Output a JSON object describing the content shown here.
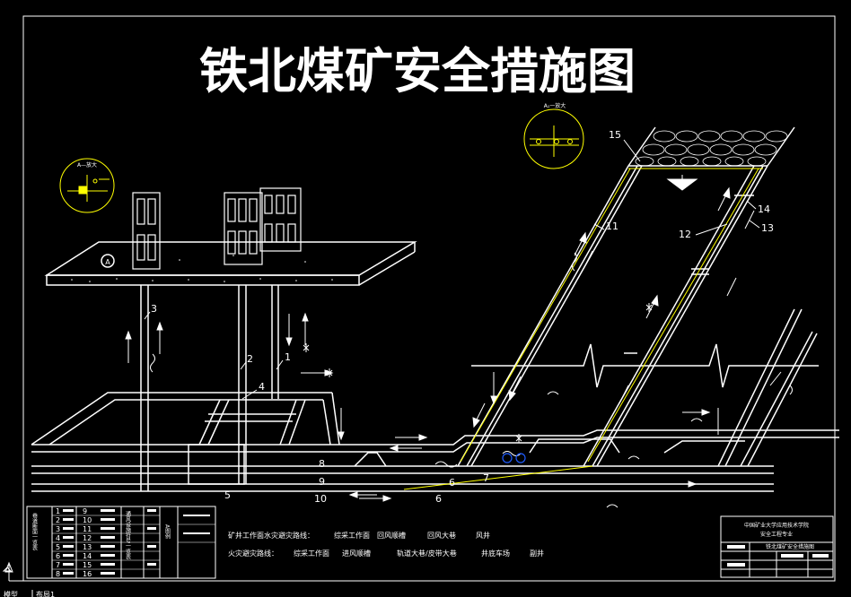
{
  "title": "铁北煤矿安全措施图",
  "detail_a_label": "A",
  "detail_a1_caption": "A₁一放大",
  "detail_a_caption": "A—放大",
  "callouts": [
    "1",
    "2",
    "3",
    "4",
    "5",
    "6",
    "6",
    "7",
    "8",
    "9",
    "10",
    "11",
    "12",
    "13",
    "14",
    "15"
  ],
  "legend_numbers_left": [
    "1",
    "2",
    "3",
    "4",
    "5",
    "6",
    "7",
    "8"
  ],
  "legend_numbers_right": [
    "9",
    "10",
    "11",
    "12",
    "13",
    "14",
    "15",
    "16"
  ],
  "legend_side_label": "巷道断面一览表",
  "legend_mid_label": "通风设施符号一览表",
  "legend_right_label": "A图例",
  "routes": {
    "water": {
      "label": "矿井工作面水灾避灾路线：",
      "steps": [
        "综采工作面",
        "回风顺槽",
        "回风大巷",
        "风井"
      ]
    },
    "fire": {
      "label": "火灾避灾路线：",
      "steps": [
        "综采工作面",
        "进风顺槽",
        "轨道大巷/皮带大巷",
        "井底车场",
        "副井"
      ]
    }
  },
  "title_block": {
    "school": "中国矿业大学应用技术学院",
    "major": "安全工程专业",
    "drawing_name": "铁北煤矿安全措施图"
  },
  "status_bar": {
    "tab_model": "模型",
    "tab_layout": "布局1"
  },
  "colors": {
    "background": "#000000",
    "line": "#ffffff",
    "detail": "#ffff00"
  }
}
